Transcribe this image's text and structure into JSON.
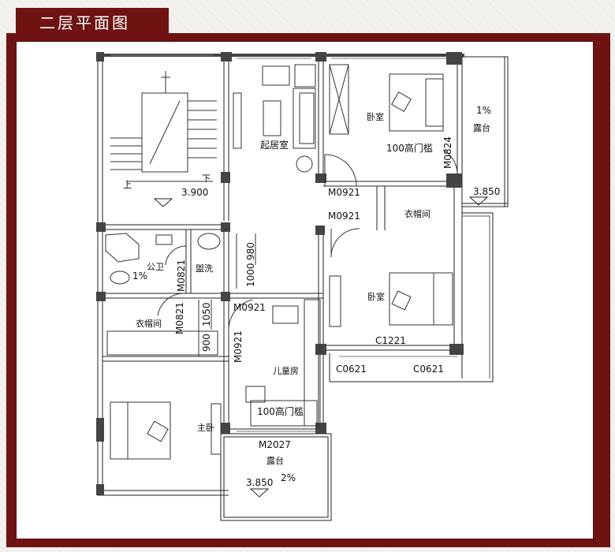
{
  "title": "二层平面图",
  "rooms": {
    "living": "起居室",
    "bedroom_top": "卧室",
    "bedroom_mid": "卧室",
    "cloakroom_right": "衣帽间",
    "bath": "公卫",
    "wash": "盥洗",
    "cloakroom_left": "衣帽间",
    "children": "儿童房",
    "master": "主卧",
    "terrace_bottom": "露台",
    "terrace_right": "露台"
  },
  "labels": {
    "threshold_top": "100高门槛",
    "threshold_mid": "100高门槛",
    "stair_down": "下",
    "stair_up": "上"
  },
  "codes": {
    "m0921_a": "M0921",
    "m0921_b": "M0921",
    "m0921_c": "M0921",
    "m0921_d": "M0921",
    "m0824": "M0824",
    "m0821_a": "M0821",
    "m0821_b": "M0821",
    "m2027": "M2027",
    "c1221": "C1221",
    "c0621_a": "C0621",
    "c0621_b": "C0621"
  },
  "elevations": {
    "stair": "3.900",
    "terrace_right": "3.850",
    "terrace_bottom": "3.850"
  },
  "slopes": {
    "terrace_right": "1%",
    "bath": "1%",
    "terrace_bottom": "2%"
  },
  "dims": {
    "d980": "980",
    "d1000": "1000",
    "d1050": "1050",
    "d900": "900"
  }
}
